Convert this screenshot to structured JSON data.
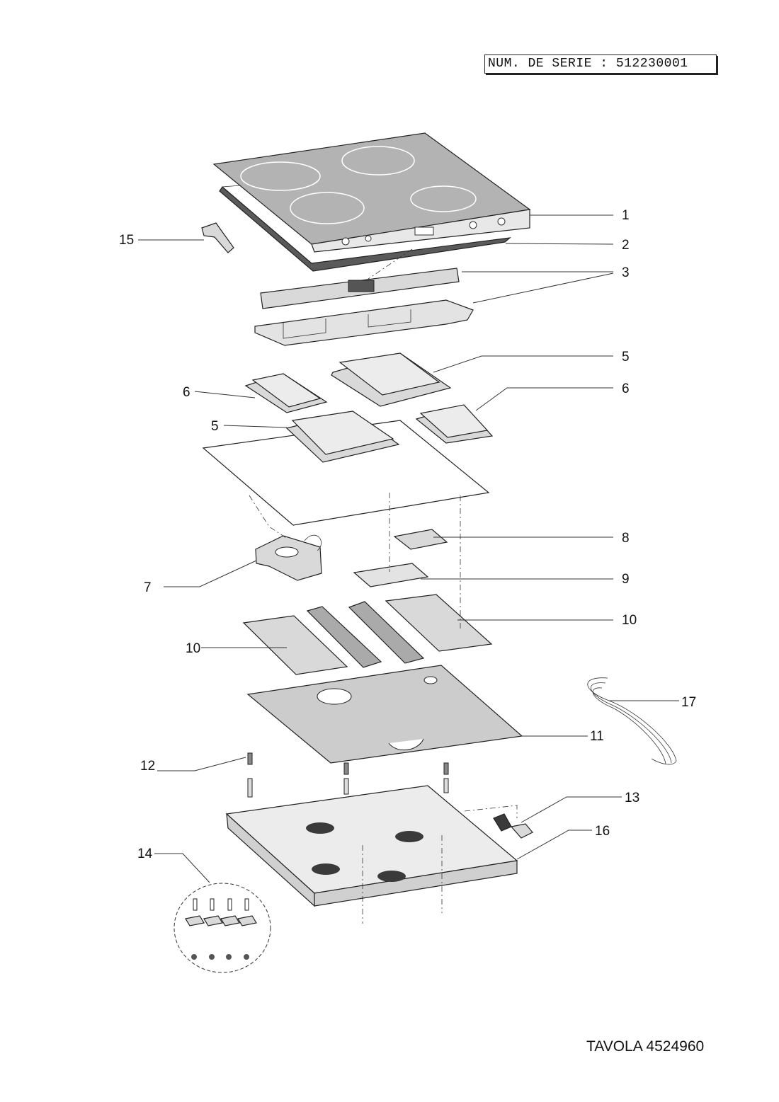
{
  "serial_label": "NUM. DE SERIE : 512230001",
  "table_label": "TAVOLA 4524960",
  "callouts": {
    "c1": "1",
    "c2": "2",
    "c3": "3",
    "c5a": "5",
    "c5b": "5",
    "c6a": "6",
    "c6b": "6",
    "c7": "7",
    "c8": "8",
    "c9": "9",
    "c10a": "10",
    "c10b": "10",
    "c11": "11",
    "c12": "12",
    "c13": "13",
    "c14": "14",
    "c15": "15",
    "c16": "16",
    "c17": "17"
  },
  "colors": {
    "glass": "#b3b3b3",
    "part_fill": "#d9d9d9",
    "dark": "#3a3a3a"
  }
}
